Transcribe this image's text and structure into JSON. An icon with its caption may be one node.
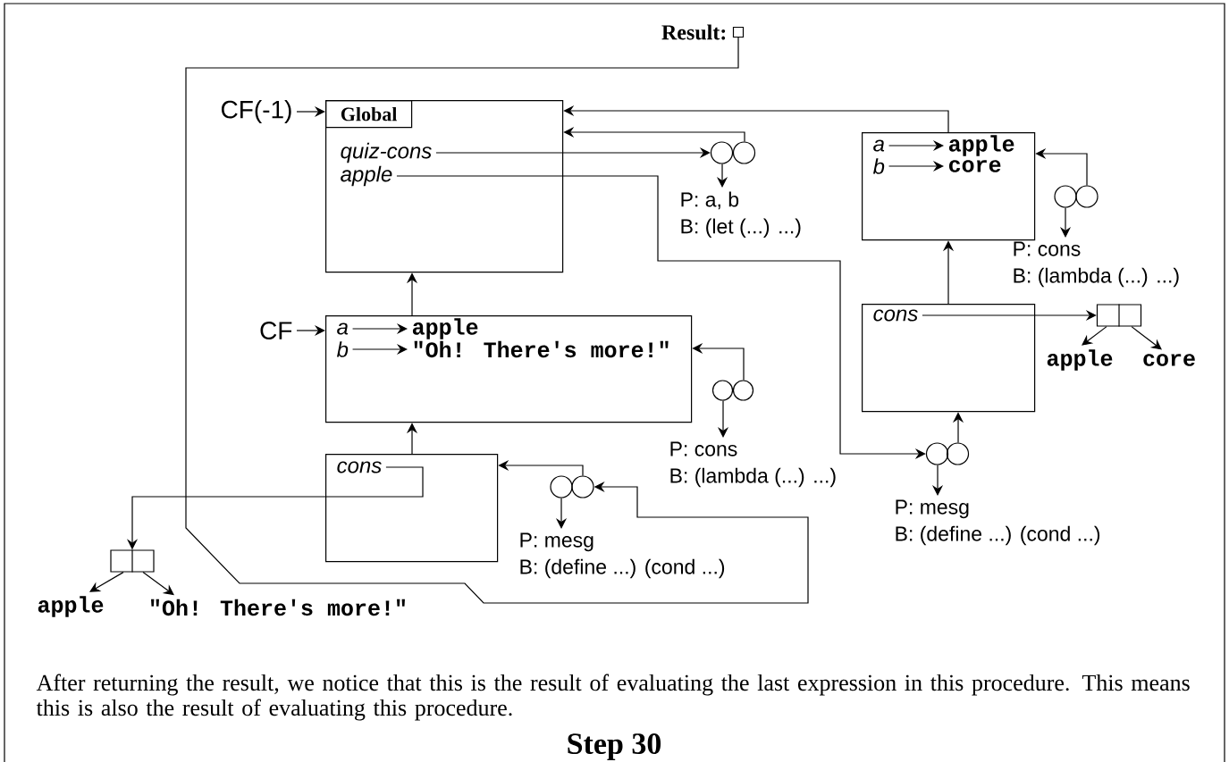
{
  "diagram": {
    "title": "Step 30",
    "caption": "After returning the result, we notice that this is the result of evaluating the last expression in this procedure. This means this is also the result of evaluating this procedure.",
    "nodes": [
      {
        "text": [],
        "shape": "box",
        "beside": [
          "Result:"
        ]
      },
      {
        "text": [
          "Global"
        ]
      },
      {
        "text": [
          "quiz-cons"
        ],
        "in": 1
      },
      {
        "text": [
          "apple"
        ],
        "in": 1
      },
      {
        "text": [
          "CF(-1)"
        ]
      },
      {
        "text": [],
        "shape": "circle"
      },
      {
        "text": [
          "P: a, b",
          "B: (let (...) ...)"
        ]
      },
      {
        "text": [],
        "shape": "box"
      },
      {
        "text": [
          "a"
        ],
        "in": 7
      },
      {
        "text": [
          "apple"
        ],
        "in": 7
      },
      {
        "text": [
          "b"
        ],
        "in": 7
      },
      {
        "text": [
          "core"
        ],
        "in": 7
      },
      {
        "text": [],
        "shape": "circle"
      },
      {
        "text": [
          "P: cons",
          "B: (lambda (...) ...)"
        ]
      },
      {
        "text": [],
        "shape": "box"
      },
      {
        "text": [
          "cons"
        ],
        "in": 14
      },
      {
        "text": [],
        "shape": "box"
      },
      {
        "text": [
          "apple"
        ]
      },
      {
        "text": [
          "core"
        ]
      },
      {
        "text": [],
        "shape": "circle"
      },
      {
        "text": [
          "P: mesg",
          "B: (define ...) (cond ...)"
        ]
      },
      {
        "text": [
          "CF"
        ]
      },
      {
        "text": [],
        "shape": "box"
      },
      {
        "text": [
          "a"
        ],
        "in": 22
      },
      {
        "text": [
          "apple"
        ],
        "in": 22
      },
      {
        "text": [
          "b"
        ],
        "in": 22
      },
      {
        "text": [
          "\"Oh! There's more!\""
        ],
        "in": 22
      },
      {
        "text": [],
        "shape": "circle"
      },
      {
        "text": [
          "P: cons",
          "B: (lambda (...) ...)"
        ]
      },
      {
        "text": [],
        "shape": "box"
      },
      {
        "text": [
          "cons"
        ],
        "in": 29
      },
      {
        "text": [],
        "shape": "circle"
      },
      {
        "text": [
          "P: mesg",
          "B: (define ...) (cond ...)"
        ]
      },
      {
        "text": [],
        "shape": "box"
      },
      {
        "text": [
          "apple"
        ]
      },
      {
        "text": [
          "\"Oh! There's more!\""
        ]
      }
    ],
    "edges": [
      {
        "from": 0,
        "to": 31,
        "arrow": "to"
      },
      {
        "from": 4,
        "to": 1,
        "arrow": "to"
      },
      {
        "from": 2,
        "to": 5,
        "arrow": "to"
      },
      {
        "from": 5,
        "to": 1,
        "arrow": "to"
      },
      {
        "from": 5,
        "to": 6,
        "arrow": "to"
      },
      {
        "from": 7,
        "to": 1,
        "arrow": "to"
      },
      {
        "from": 3,
        "to": 19,
        "arrow": "to"
      },
      {
        "from": 8,
        "to": 9,
        "arrow": "to"
      },
      {
        "from": 10,
        "to": 11,
        "arrow": "to"
      },
      {
        "from": 12,
        "to": 7,
        "arrow": "to"
      },
      {
        "from": 12,
        "to": 13,
        "arrow": "to"
      },
      {
        "from": 14,
        "to": 7,
        "arrow": "to"
      },
      {
        "from": 15,
        "to": 16,
        "arrow": "to"
      },
      {
        "from": 16,
        "to": 17,
        "arrow": "to"
      },
      {
        "from": 16,
        "to": 18,
        "arrow": "to"
      },
      {
        "from": 19,
        "to": 14,
        "arrow": "to"
      },
      {
        "from": 19,
        "to": 20,
        "arrow": "to"
      },
      {
        "from": 21,
        "to": 22,
        "arrow": "to"
      },
      {
        "from": 23,
        "to": 24,
        "arrow": "to"
      },
      {
        "from": 25,
        "to": 26,
        "arrow": "to"
      },
      {
        "from": 22,
        "to": 1,
        "arrow": "to"
      },
      {
        "from": 27,
        "to": 22,
        "arrow": "to"
      },
      {
        "from": 27,
        "to": 28,
        "arrow": "to"
      },
      {
        "from": 29,
        "to": 22,
        "arrow": "to"
      },
      {
        "from": 30,
        "to": 33,
        "arrow": "to"
      },
      {
        "from": 33,
        "to": 34,
        "arrow": "to"
      },
      {
        "from": 33,
        "to": 35,
        "arrow": "to"
      },
      {
        "from": 31,
        "to": 29,
        "arrow": "to"
      },
      {
        "from": 31,
        "to": 32,
        "arrow": "to"
      }
    ]
  }
}
